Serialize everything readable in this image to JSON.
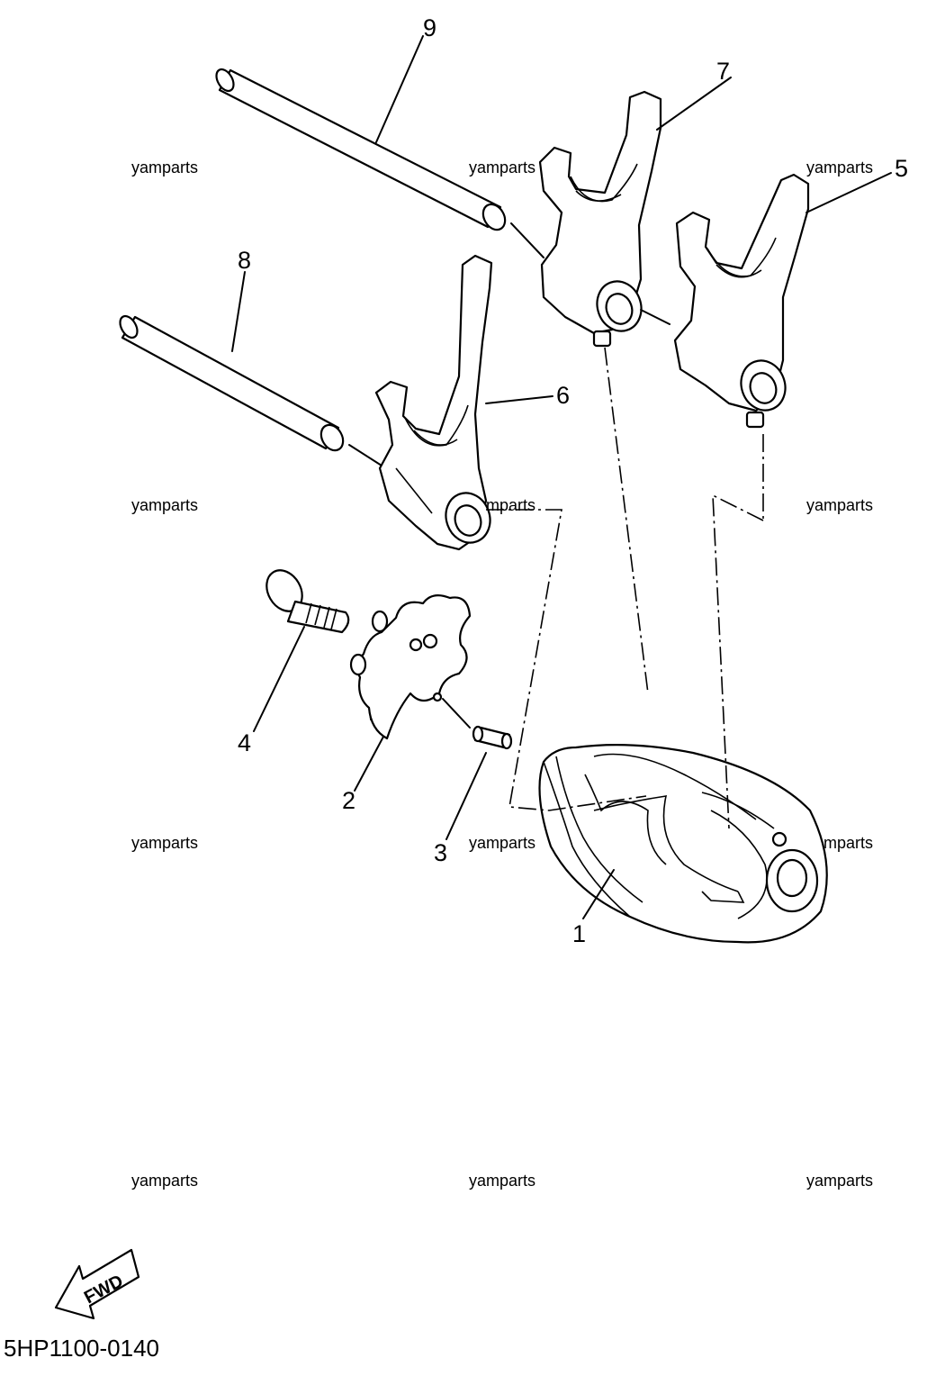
{
  "callouts": {
    "c1": "1",
    "c2": "2",
    "c3": "3",
    "c4": "4",
    "c5": "5",
    "c6": "6",
    "c7": "7",
    "c8": "8",
    "c9": "9"
  },
  "watermarks": [
    "yamparts",
    "yamparts",
    "yamparts",
    "yamparts",
    "yamparts",
    "yamparts",
    "yamparts",
    "yamparts",
    "yamparts",
    "yamparts",
    "yamparts",
    "yamparts"
  ],
  "direction_label": "FWD",
  "diagram_code": "5HP1100-0140"
}
